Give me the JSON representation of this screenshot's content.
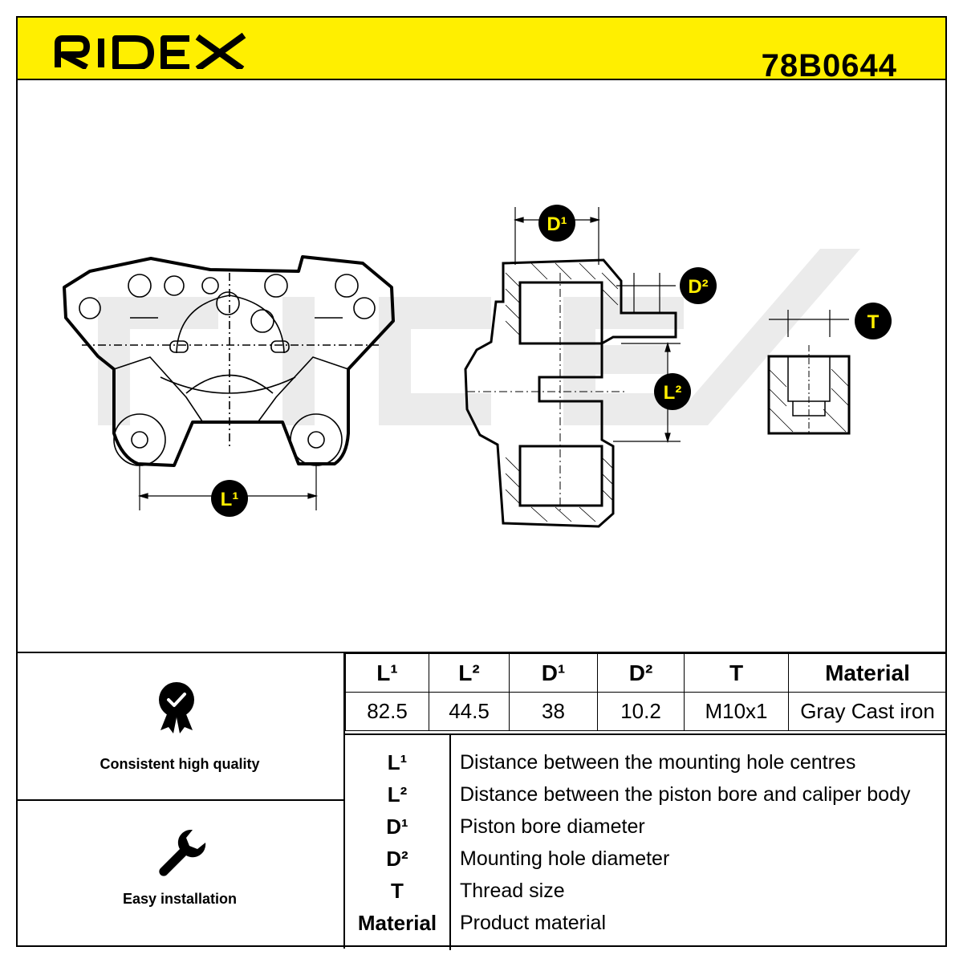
{
  "brand": {
    "logo_text": "RIDEX"
  },
  "header": {
    "part_number": "78B0644"
  },
  "drawing": {
    "callouts": {
      "L1": "L¹",
      "L2": "L²",
      "D1": "D¹",
      "D2": "D²",
      "T": "T"
    }
  },
  "features": [
    {
      "label": "Consistent high quality",
      "icon": "quality-badge-icon"
    },
    {
      "label": "Easy installation",
      "icon": "wrench-icon"
    }
  ],
  "spec_table": {
    "headers": [
      "L¹",
      "L²",
      "D¹",
      "D²",
      "T",
      "Material"
    ],
    "values": [
      "82.5",
      "44.5",
      "38",
      "10.2",
      "M10x1",
      "Gray Cast iron"
    ]
  },
  "legend": [
    {
      "key": "L¹",
      "desc": "Distance between the mounting hole centres"
    },
    {
      "key": "L²",
      "desc": "Distance between the piston bore and caliper body"
    },
    {
      "key": "D¹",
      "desc": "Piston bore diameter"
    },
    {
      "key": "D²",
      "desc": "Mounting hole diameter"
    },
    {
      "key": "T",
      "desc": "Thread size"
    },
    {
      "key": "Material",
      "desc": "Product material"
    }
  ],
  "colors": {
    "accent": "#ffef00",
    "ink": "#000000"
  }
}
